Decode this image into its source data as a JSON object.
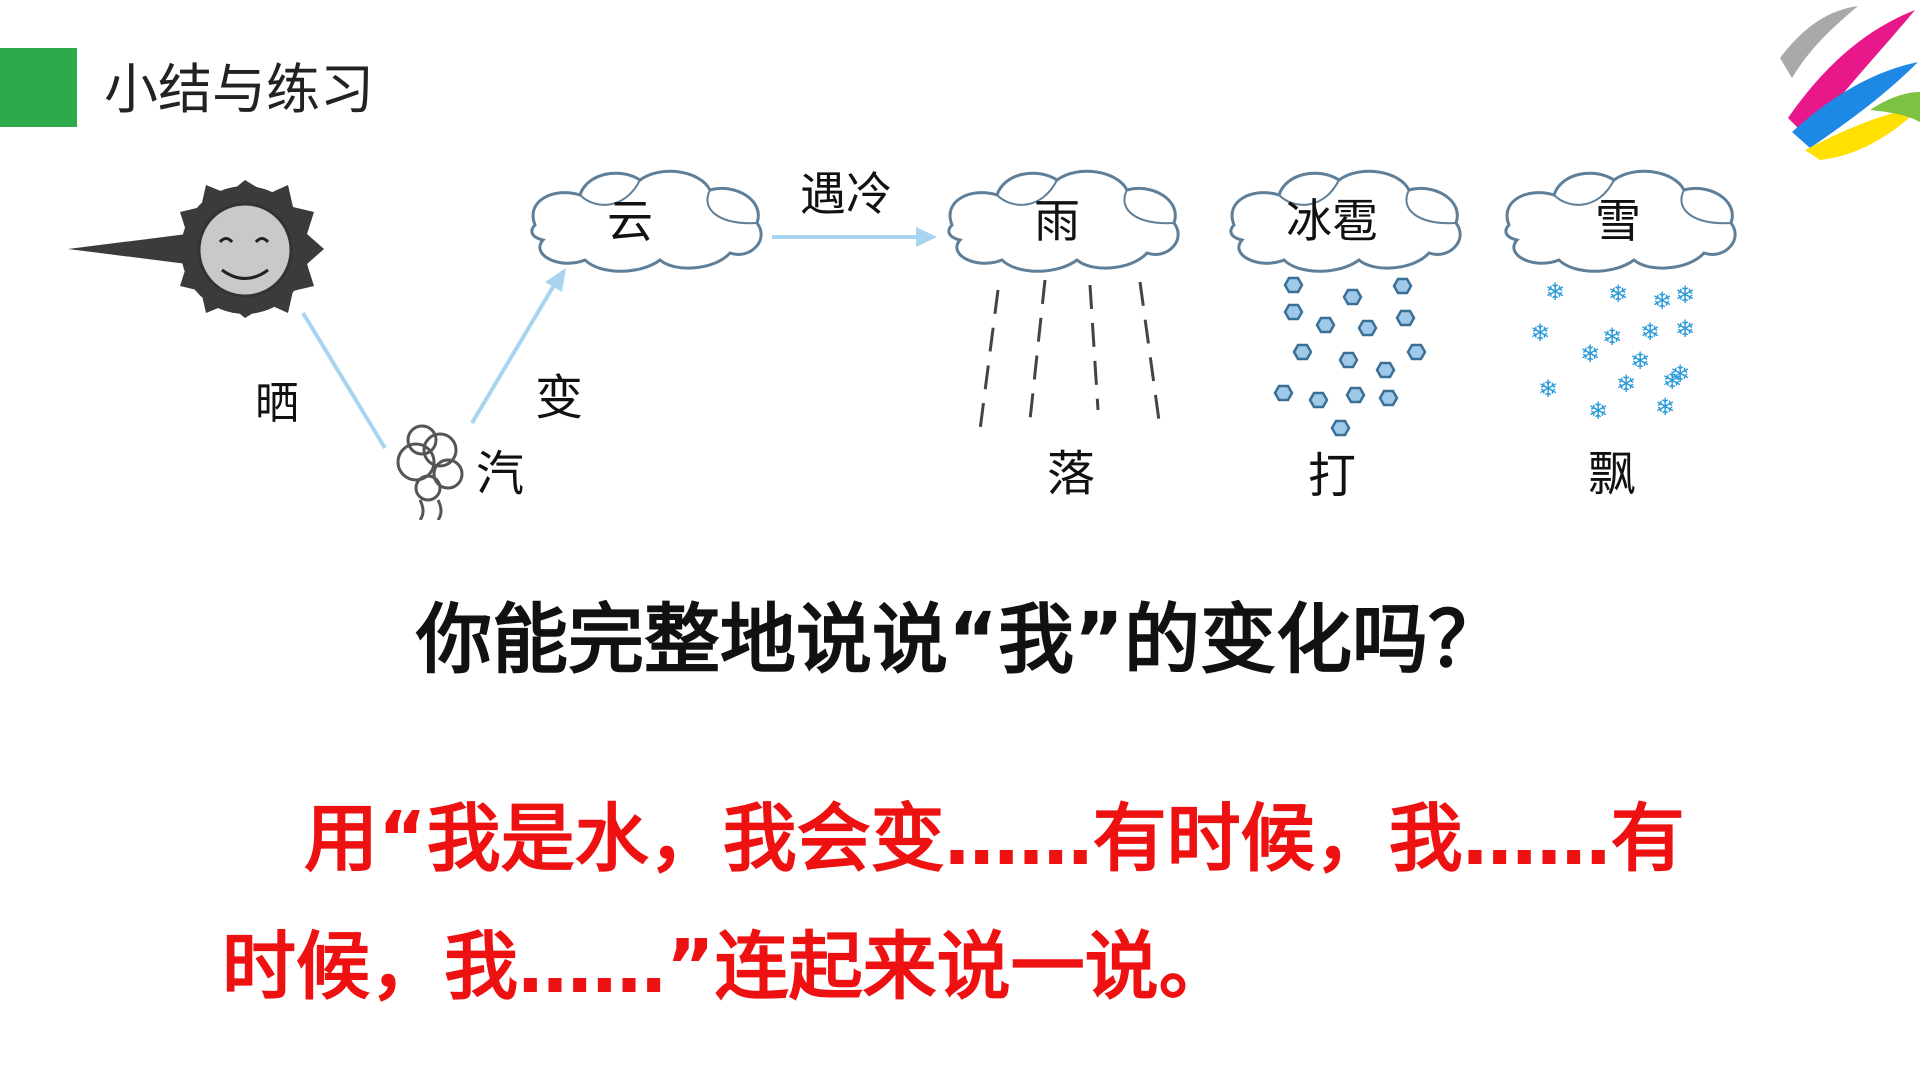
{
  "slide": {
    "title": "小结与练习",
    "accent_color": "#2eaa4b"
  },
  "logo": {
    "icon": "colorful-brush-stroke-logo",
    "colors": [
      "#a9a9a9",
      "#e8188b",
      "#1e88e5",
      "#ffe000",
      "#7dc242"
    ]
  },
  "diagram": {
    "icons": [
      "sun-icon",
      "steam-icon",
      "cloud-icon",
      "rain-icon",
      "hail-icon",
      "snow-icon"
    ],
    "labels": {
      "sun_to_vapor": "晒",
      "vapor": "汽",
      "vapor_to_cloud": "变",
      "cloud": "云",
      "cold_arrow": "遇冷",
      "rain": "雨",
      "hail": "冰雹",
      "snow": "雪",
      "rain_action": "落",
      "hail_action": "打",
      "snow_action": "飘"
    }
  },
  "question": "你能完整地说说“我”的变化吗？",
  "instruction": "用“我是水，我会变……有时候，我……有时候，我……”连起来说一说。",
  "colors": {
    "arrow": "#a8d4f0",
    "cloud_outline": "#5f7f98",
    "instruction": "#ee1111"
  }
}
